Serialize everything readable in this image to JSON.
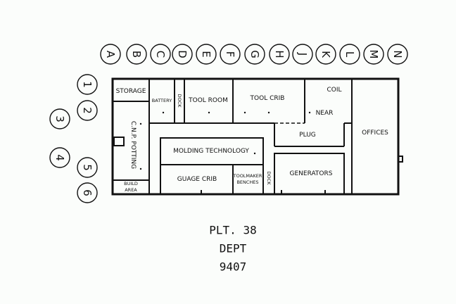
{
  "column_grid": [
    "A",
    "B",
    "C",
    "D",
    "E",
    "F",
    "G",
    "H",
    "J",
    "K",
    "L",
    "M",
    "N"
  ],
  "row_grid": [
    "1",
    "2",
    "3",
    "4",
    "5",
    "6"
  ],
  "rooms": {
    "storage": "STORAGE",
    "battery": "BATTERY",
    "dock_upper": "DOCK",
    "tool_room": "TOOL ROOM",
    "tool_crib": "TOOL CRIB",
    "coil": "COIL",
    "near": "NEAR",
    "plug": "PLUG",
    "offices": "OFFICES",
    "cnp_potting": "C.N.P. POTTING",
    "build_area_1": "BUILD",
    "build_area_2": "AREA",
    "molding_technology": "MOLDING TECHNOLOGY",
    "guage_crib": "GUAGE CRIB",
    "toolmaker_1": "TOOLMAKER",
    "toolmaker_2": "BENCHES",
    "dock_lower": "DOCK",
    "generators": "GENERATORS"
  },
  "caption": {
    "line1": "PLT. 38",
    "line2": "DEPT",
    "line3": "9407"
  }
}
